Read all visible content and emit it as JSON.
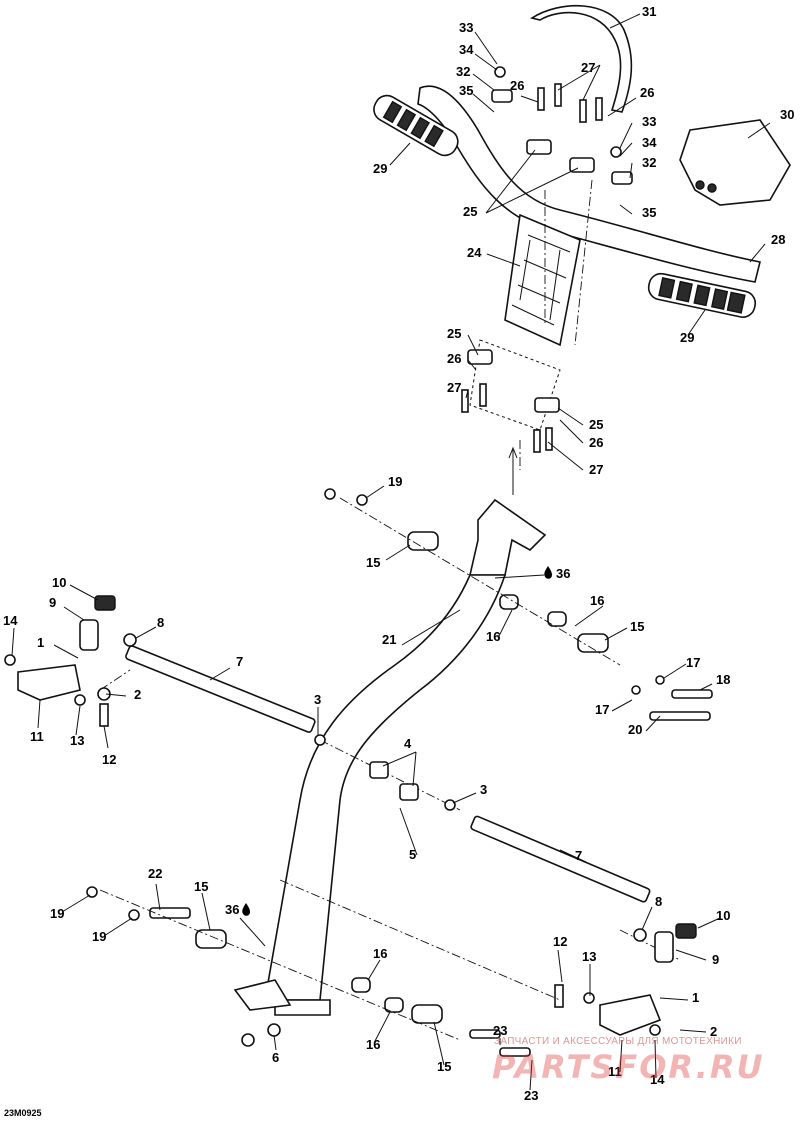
{
  "drawing_code": "23M0925",
  "watermark": {
    "tagline": "ЗАПЧАСТИ И АКСЕССУАРЫ ДЛЯ МОТОТЕХНИКИ",
    "brand": "PARTSFOR.RU"
  },
  "grease_symbol": "💧",
  "callouts": {
    "c1a": "1",
    "c1b": "1",
    "c2a": "2",
    "c2b": "2",
    "c3a": "3",
    "c3b": "3",
    "c4": "4",
    "c5": "5",
    "c6": "6",
    "c7a": "7",
    "c7b": "7",
    "c8a": "8",
    "c8b": "8",
    "c9a": "9",
    "c9b": "9",
    "c10a": "10",
    "c10b": "10",
    "c11a": "11",
    "c11b": "11",
    "c12a": "12",
    "c12b": "12",
    "c13a": "13",
    "c13b": "13",
    "c14a": "14",
    "c14b": "14",
    "c15a": "15",
    "c15b": "15",
    "c15c": "15",
    "c15d": "15",
    "c16a": "16",
    "c16b": "16",
    "c16c": "16",
    "c16d": "16",
    "c17a": "17",
    "c17b": "17",
    "c18": "18",
    "c19a": "19",
    "c19b": "19",
    "c19c": "19",
    "c20": "20",
    "c21": "21",
    "c22": "22",
    "c23a": "23",
    "c23b": "23",
    "c24": "24",
    "c25a": "25",
    "c25b": "25",
    "c25c": "25",
    "c26a": "26",
    "c26b": "26",
    "c26c": "26",
    "c26d": "26",
    "c27a": "27",
    "c27b": "27",
    "c27c": "27",
    "c28": "28",
    "c29a": "29",
    "c29b": "29",
    "c30": "30",
    "c31": "31",
    "c32a": "32",
    "c32b": "32",
    "c33a": "33",
    "c33b": "33",
    "c34a": "34",
    "c34b": "34",
    "c35a": "35",
    "c35b": "35",
    "c36a": "36",
    "c36b": "36"
  }
}
